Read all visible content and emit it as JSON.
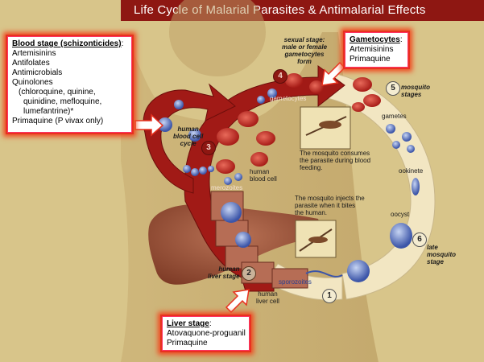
{
  "title": "Life Cycle of Malarial Parasites & Antimalarial Effects",
  "callouts": {
    "blood_stage": {
      "heading": "Blood stage (schizonticides)",
      "heading_suffix": ":",
      "lines": [
        "Artemisinins",
        "Antifolates",
        "Antimicrobials",
        "Quinolones",
        "(chloroquine, quinine,",
        "quinidine, mefloquine,",
        "lumefantrine)*",
        "Primaquine (P vivax only)"
      ]
    },
    "gametocytes": {
      "heading": "Gametocytes",
      "heading_suffix": ":",
      "lines": [
        "Artemisinins",
        "Primaquine"
      ]
    },
    "liver_stage": {
      "heading": "Liver stage",
      "heading_suffix": ":",
      "lines": [
        "Atovaquone-proguanil",
        "Primaquine"
      ]
    }
  },
  "labels": {
    "sexual_stage": [
      "sexual stage:",
      "male or female",
      "gametocytes",
      "form"
    ],
    "gametocytes": "gametocytes",
    "mosquito_stages": [
      "mosquito",
      "stages"
    ],
    "gametes": "gametes",
    "mosquito_consumes": [
      "The mosquito consumes",
      "the parasite during blood",
      "feeding."
    ],
    "human_blood_cell_cycle": [
      "human",
      "blood cell",
      "cycle"
    ],
    "human_blood_cell": [
      "human",
      "blood cell"
    ],
    "merozoites": "merozoites",
    "ookinete": "ookinete",
    "mosquito_injects": [
      "The mosquito injects the",
      "parasite when it bites",
      "the human."
    ],
    "oocyst": "oocyst",
    "late_mosquito_stage": [
      "late",
      "mosquito",
      "stage"
    ],
    "human_liver_stage": [
      "human",
      "liver stage"
    ],
    "sporozoites": "sporozoites",
    "human_liver_cell": [
      "human",
      "liver cell"
    ]
  },
  "stage_numbers": [
    "1",
    "2",
    "3",
    "4",
    "5",
    "6"
  ],
  "colors": {
    "background": "#d8c58a",
    "title_bar": "#8e1712",
    "arrow_red": "#a11a16",
    "mosquito_ring": "#f2e6c2",
    "callout_border": "#e8311f"
  }
}
